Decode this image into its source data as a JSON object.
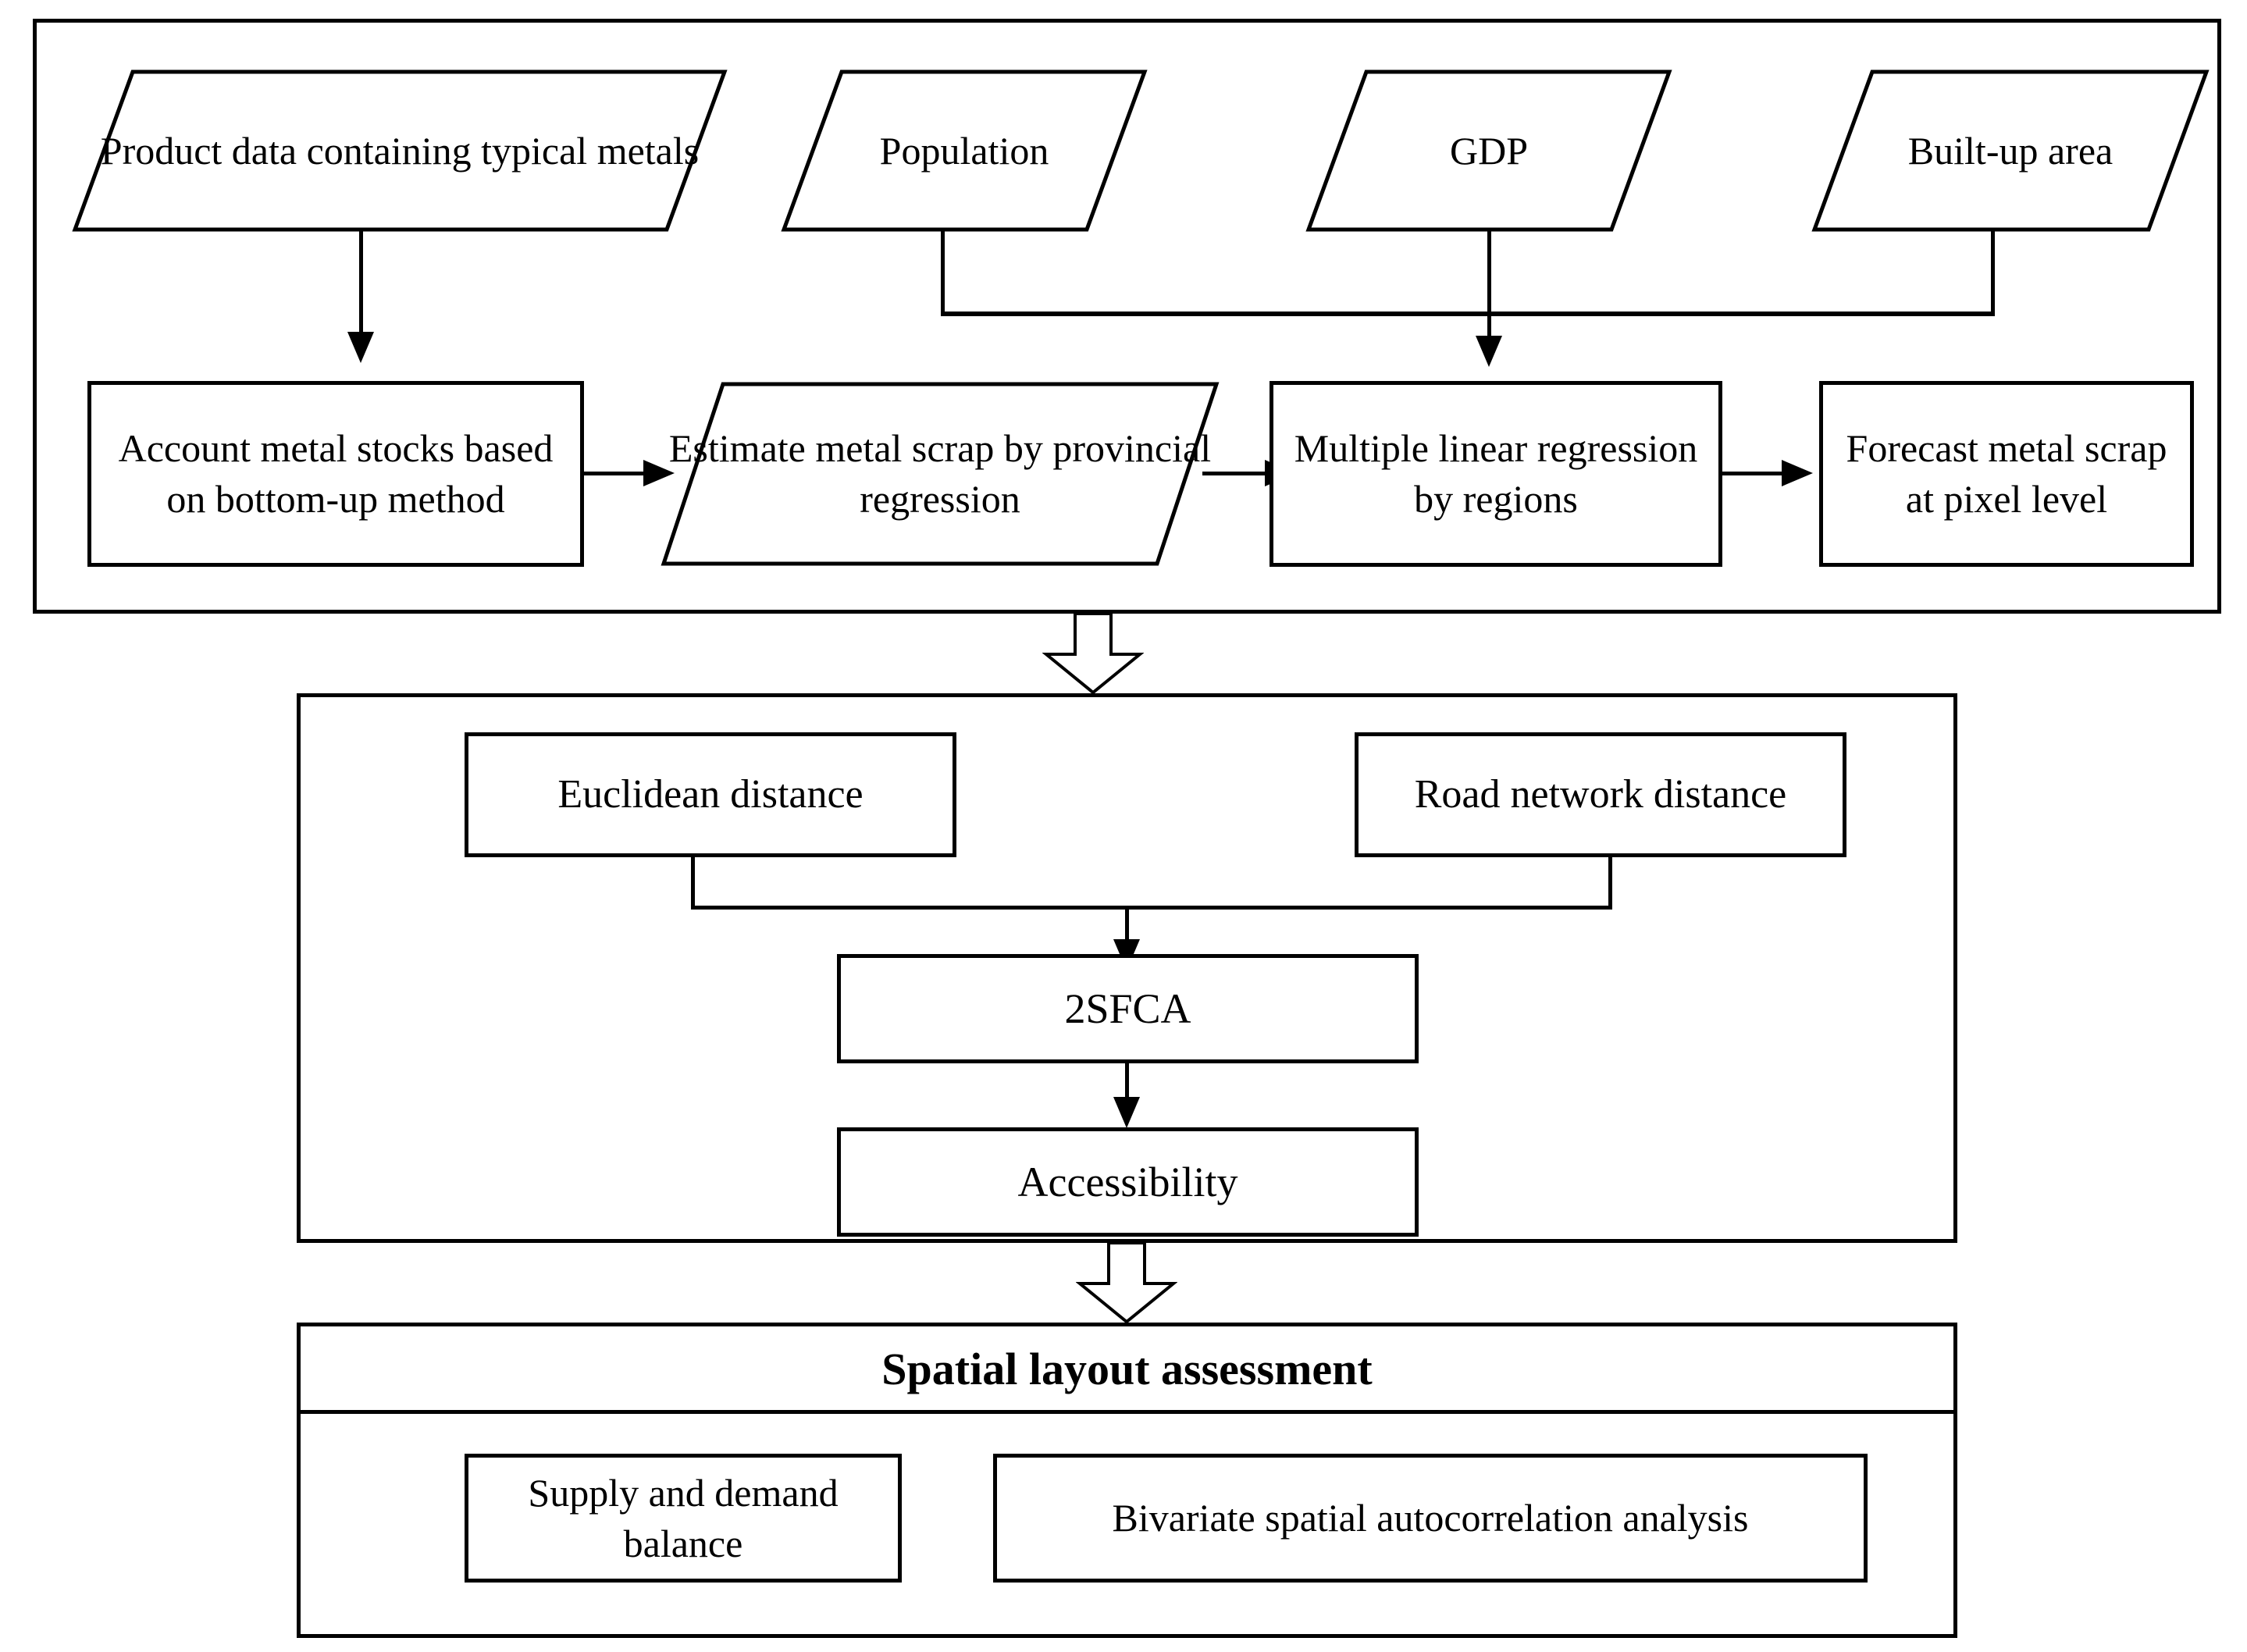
{
  "diagram": {
    "title": "Research framework flowchart",
    "type": "flowchart",
    "stroke_color": "#000000",
    "background_color": "#ffffff"
  },
  "section1": {
    "name": "metal-scrap-estimation-section",
    "inputs": [
      {
        "id": "product-data",
        "shape": "parallelogram",
        "label": "Product data containing typical metals"
      },
      {
        "id": "population",
        "shape": "parallelogram",
        "label": "Population"
      },
      {
        "id": "gdp",
        "shape": "parallelogram",
        "label": "GDP"
      },
      {
        "id": "built-up-area",
        "shape": "parallelogram",
        "label": "Built-up area"
      }
    ],
    "processes": [
      {
        "id": "account-metal-stocks",
        "shape": "rectangle",
        "label": "Account metal stocks based on bottom-up method"
      },
      {
        "id": "estimate-metal-scrap",
        "shape": "parallelogram",
        "label": "Estimate metal scrap by provincial regression"
      },
      {
        "id": "multiple-linear-regression",
        "shape": "rectangle",
        "label": "Multiple linear regression by regions"
      },
      {
        "id": "forecast-metal-scrap",
        "shape": "rectangle",
        "label": "Forecast metal scrap at pixel level"
      }
    ]
  },
  "section2": {
    "name": "accessibility-section",
    "nodes": [
      {
        "id": "euclidean-distance",
        "shape": "rectangle",
        "label": "Euclidean distance"
      },
      {
        "id": "road-network-distance",
        "shape": "rectangle",
        "label": "Road network distance"
      },
      {
        "id": "two-sfca",
        "shape": "rectangle",
        "label": "2SFCA"
      },
      {
        "id": "accessibility",
        "shape": "rectangle",
        "label": "Accessibility"
      }
    ]
  },
  "section3": {
    "name": "spatial-layout-assessment-section",
    "title": "Spatial layout assessment",
    "nodes": [
      {
        "id": "supply-demand-balance",
        "shape": "rectangle",
        "label": "Supply and demand balance"
      },
      {
        "id": "bivariate-autocorrelation",
        "shape": "rectangle",
        "label": "Bivariate spatial autocorrelation analysis"
      }
    ]
  },
  "connectors": [
    {
      "id": "product-data-to-account",
      "type": "arrow-down"
    },
    {
      "id": "account-to-estimate",
      "type": "arrow-right"
    },
    {
      "id": "estimate-to-regression",
      "type": "arrow-right"
    },
    {
      "id": "regression-to-forecast",
      "type": "arrow-right"
    },
    {
      "id": "population-gdp-builtup-to-regression",
      "type": "merge-arrow-down"
    },
    {
      "id": "section1-to-section2",
      "type": "block-arrow-down"
    },
    {
      "id": "distances-to-2sfca",
      "type": "merge-arrow-down"
    },
    {
      "id": "2sfca-to-accessibility",
      "type": "arrow-down"
    },
    {
      "id": "section2-to-section3",
      "type": "block-arrow-down"
    }
  ]
}
